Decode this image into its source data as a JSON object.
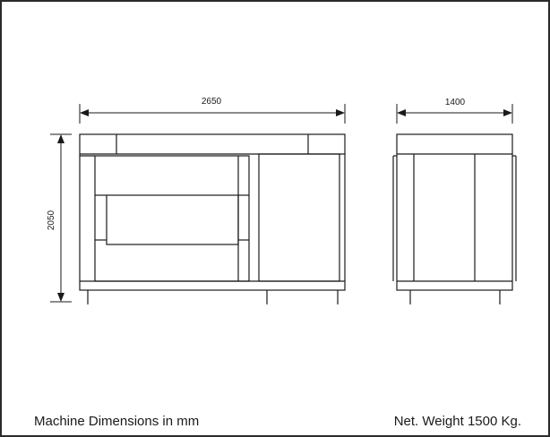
{
  "dimensions": {
    "front_width": "2650",
    "height": "2050",
    "side_width": "1400"
  },
  "footer": {
    "caption": "Machine Dimensions in mm",
    "weight": "Net. Weight 1500 Kg."
  },
  "colors": {
    "line": "#1a1a1a",
    "background": "#ffffff"
  }
}
